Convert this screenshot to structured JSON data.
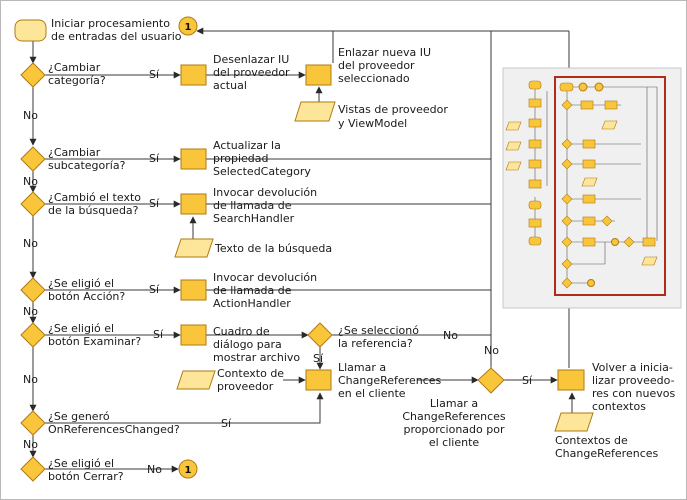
{
  "nodes": {
    "start": [
      "Iniciar procesamiento",
      "de entradas del usuario"
    ],
    "q_category": [
      "¿Cambiar",
      "categoría?"
    ],
    "unbind": [
      "Desenlazar IU",
      "del proveedor",
      "actual"
    ],
    "bind": [
      "Enlazar nueva IU",
      "del proveedor",
      "seleccionado"
    ],
    "views": [
      "Vistas de proveedor",
      "y ViewModel"
    ],
    "q_subcategory": [
      "¿Cambiar",
      "subcategoría?"
    ],
    "update_prop": [
      "Actualizar la",
      "propiedad",
      "SelectedCategory"
    ],
    "q_search": [
      "¿Cambió el texto",
      "de la búsqueda?"
    ],
    "search_cb": [
      "Invocar devolución",
      "de llamada de",
      "SearchHandler"
    ],
    "search_text": [
      "Texto de la búsqueda"
    ],
    "q_action": [
      "¿Se eligió el",
      "botón Acción?"
    ],
    "action_cb": [
      "Invocar devolución",
      "de llamada de",
      "ActionHandler"
    ],
    "q_browse": [
      "¿Se eligió el",
      "botón Examinar?"
    ],
    "file_dialog": [
      "Cuadro de",
      "diálogo para",
      "mostrar archivo"
    ],
    "q_ref": [
      "¿Se seleccionó",
      "la referencia?"
    ],
    "provider_ctx": [
      "Contexto de",
      "proveedor"
    ],
    "call_cr": [
      "Llamar a",
      "ChangeReferences",
      "en el cliente"
    ],
    "q_changed": [
      "¿Se generó",
      "OnReferencesChanged?"
    ],
    "client_cr": [
      "Llamar a",
      "ChangeReferences",
      "proporcionado por",
      "el cliente"
    ],
    "reinit": [
      "Volver a inicia-",
      "lizar proveedo-",
      "res con nuevos",
      "contextos"
    ],
    "cr_contexts": [
      "Contextos de",
      "ChangeReferences"
    ],
    "q_close": [
      "¿Se eligió el",
      "botón Cerrar?"
    ]
  },
  "labels": {
    "yes": "Sí",
    "no": "No"
  },
  "connectors": {
    "loop": "1"
  },
  "colors": {
    "shape_fill": "#f9c53a",
    "shape_light": "#fde59a",
    "shape_stroke": "#b07a10",
    "highlight": "#b22a1a",
    "thumb_panel": "#f0f0f0"
  }
}
